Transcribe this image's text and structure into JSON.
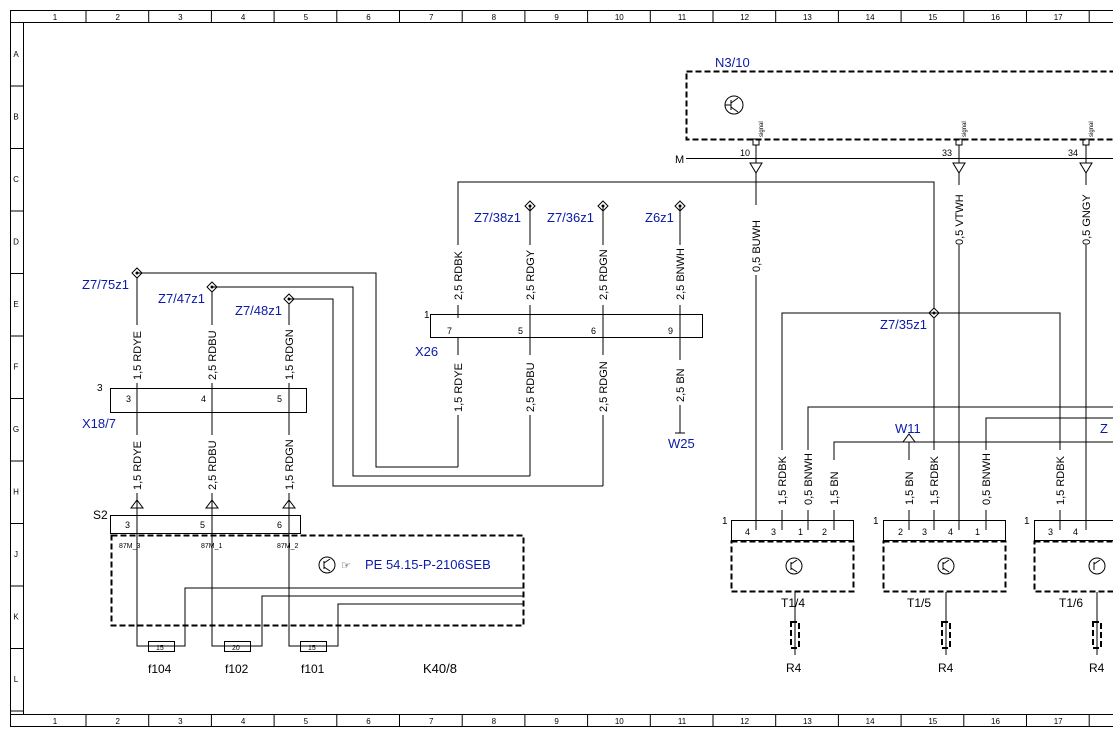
{
  "title_block": {
    "columns": [
      "1",
      "2",
      "3",
      "4",
      "5",
      "6",
      "7",
      "8",
      "9",
      "10",
      "11",
      "12",
      "13",
      "14",
      "15",
      "16",
      "17"
    ],
    "rows": [
      "A",
      "B",
      "C",
      "D",
      "E",
      "F",
      "G",
      "H",
      "J",
      "K",
      "L"
    ]
  },
  "components": {
    "n3_10": "N3/10",
    "x26": "X26",
    "x18_7": "X18/7",
    "s2": "S2",
    "w11": "W11",
    "w25": "W25",
    "k40_8": "K40/8",
    "t1_4": "T1/4",
    "t1_5": "T1/5",
    "t1_6": "T1/6",
    "r4": "R4",
    "m_label": "M",
    "pe_ref": "PE 54.15-P-2106SEB"
  },
  "splices": {
    "z7_75z1": "Z7/75z1",
    "z7_47z1": "Z7/47z1",
    "z7_48z1": "Z7/48z1",
    "z7_38z1": "Z7/38z1",
    "z7_36z1": "Z7/36z1",
    "z6z1": "Z6z1",
    "z7_35z1": "Z7/35z1",
    "z_partial": "Z"
  },
  "wires": {
    "rdye15": "1,5 RDYE",
    "rdbu25": "2,5 RDBU",
    "rdgn15": "1,5 RDGN",
    "rdbk25": "2,5 RDBK",
    "rdgy25": "2,5 RDGY",
    "rdgn25": "2,5 RDGN",
    "bnwh25": "2,5 BNWH",
    "bn25": "2,5 BN",
    "buwh05": "0,5 BUWH",
    "vtwh05": "0,5 VTWH",
    "gngy05": "0,5 GNGY",
    "rdbk15": "1,5 RDBK",
    "bnwh05": "0,5 BNWH",
    "bn15": "1,5 BN"
  },
  "pins": {
    "p1": "1",
    "p2": "2",
    "p3": "3",
    "p4": "4",
    "p5": "5",
    "p6": "6",
    "p7": "7",
    "p9": "9",
    "p10": "10",
    "p33": "33",
    "p34": "34",
    "signal": "signal",
    "m87_3": "87M_3",
    "m87_1": "87M_1",
    "m87_2": "87M_2"
  },
  "fuses": {
    "f104": "f104",
    "f102": "f102",
    "f101": "f101",
    "f104_a": "15",
    "f102_a": "20",
    "f101_a": "15"
  },
  "colors": {
    "label_blue": "#0a1aa8",
    "line": "#000000"
  }
}
